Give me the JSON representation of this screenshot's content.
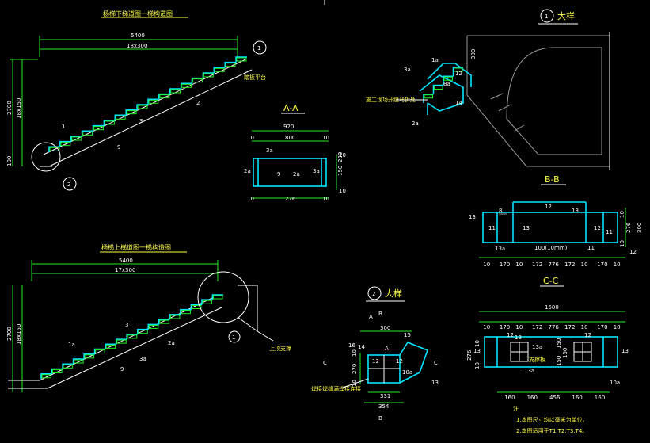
{
  "titles": {
    "down_stair": "杨梯下梯道图一梯构造图",
    "up_stair": "杨梯上梯道图一梯构造图",
    "detail1_num": "1",
    "detail1_label": "大样",
    "detail2_num": "2",
    "detail2_label": "大样",
    "section_aa": "A-A",
    "section_bb": "B-B",
    "section_cc": "C-C"
  },
  "top_stair": {
    "dim_total": "5400",
    "dim_sub": "18x300",
    "dim_height": "2700",
    "dim_height_sub": "18x150",
    "dim_base": "100",
    "callouts": [
      "1",
      "2",
      "9",
      "3"
    ],
    "note": "踏板平台",
    "circle_ref": "2",
    "circle_ref2": "1"
  },
  "bottom_stair": {
    "dim_total": "5400",
    "dim_sub": "17x300",
    "dim_height": "2700",
    "dim_height_sub": "18x150",
    "callouts": [
      "1a",
      "3",
      "2a",
      "3a",
      "9"
    ],
    "note": "上顶支撑",
    "circle_ref": "1"
  },
  "section_aa": {
    "dims_top": [
      "920",
      "800"
    ],
    "dims_side": [
      "10",
      "10"
    ],
    "dims_bottom": [
      "10",
      "276",
      "10"
    ],
    "dims_right": [
      "200",
      "150",
      "10",
      "10"
    ],
    "labels": [
      "3a",
      "9",
      "2a",
      "3a",
      "2a"
    ]
  },
  "detail1": {
    "labels": [
      "1a",
      "2a",
      "3a",
      "8a",
      "12",
      "14",
      "300"
    ],
    "note": "施工现场开缝弯折处"
  },
  "section_bb": {
    "labels": [
      "13",
      "8",
      "12",
      "13",
      "11",
      "13",
      "13a",
      "12",
      "11",
      "11",
      "12"
    ],
    "dim_note": "100(10mm)",
    "dims_bottom": [
      "10",
      "170",
      "10",
      "172",
      "776",
      "172",
      "10",
      "170",
      "10"
    ],
    "dims_right": [
      "10",
      "276",
      "10"
    ],
    "dim_total": "300"
  },
  "section_cc": {
    "dim_total": "1500",
    "dims_top": [
      "10",
      "170",
      "10",
      "172",
      "776",
      "172",
      "10",
      "170",
      "10"
    ],
    "dims_bottom": [
      "160",
      "160",
      "456",
      "160",
      "160"
    ],
    "dims_left": [
      "10",
      "276",
      "10"
    ],
    "inner_dims": [
      "150",
      "150",
      "150"
    ],
    "labels": [
      "12",
      "12",
      "13",
      "13",
      "13",
      "13a",
      "10a",
      "13a"
    ],
    "centre_note": "支撑板"
  },
  "detail2": {
    "dims": [
      "300",
      "15",
      "10",
      "270",
      "10",
      "331",
      "354"
    ],
    "labels": [
      "A",
      "A",
      "B",
      "B",
      "C",
      "C",
      "12",
      "14",
      "16",
      "12",
      "10a",
      "13"
    ],
    "note": "焊接焊缝满焊接连接"
  },
  "notes": {
    "header": "注",
    "line1": "1.本图尺寸均以毫米为单位。",
    "line2": "2.本图适用于T1,T2,T3,T4。"
  }
}
